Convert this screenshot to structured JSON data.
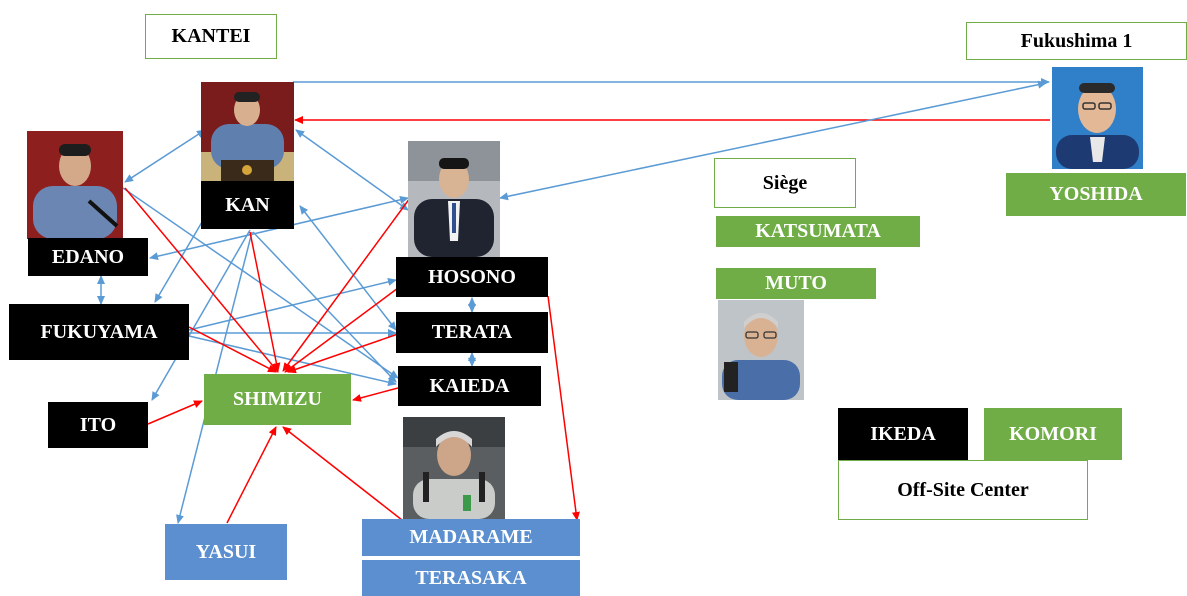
{
  "groups": {
    "kantei": "KANTEI",
    "fukushima": "Fukushima  1",
    "siege": "Siège",
    "offsite": "Off-Site Center"
  },
  "people": {
    "kan": "KAN",
    "edano": "EDANO",
    "fukuyama": "FUKUYAMA",
    "ito": "ITO",
    "hosono": "HOSONO",
    "terata": "TERATA",
    "kaieda": "KAIEDA",
    "shimizu": "SHIMIZU",
    "yasui": "YASUI",
    "madarame": "MADARAME",
    "terasaka": "TERASAKA",
    "yoshida": "YOSHIDA",
    "katsumata": "KATSUMATA",
    "muto": "MUTO",
    "ikeda": "IKEDA",
    "komori": "KOMORI"
  },
  "colors": {
    "blue_link": "#5b9bd5",
    "red_link": "#ff0000",
    "black_box": "#000000",
    "green_box": "#70ad47",
    "blue_box": "#5b8fcf"
  },
  "links": [
    {
      "from": "kan",
      "to": "yoshida",
      "color": "blue",
      "arrows": "end"
    },
    {
      "from": "yoshida",
      "to": "kan",
      "color": "red",
      "arrows": "end"
    },
    {
      "from": "yoshida",
      "to": "hosono",
      "color": "blue",
      "arrows": "both"
    },
    {
      "from": "kan",
      "to": "edano",
      "color": "blue",
      "arrows": "both"
    },
    {
      "from": "kan",
      "to": "hosono",
      "color": "blue",
      "arrows": "both"
    },
    {
      "from": "edano",
      "to": "fukuyama",
      "color": "blue",
      "arrows": "both"
    },
    {
      "from": "hosono",
      "to": "terata",
      "color": "blue",
      "arrows": "both"
    },
    {
      "from": "terata",
      "to": "kaieda",
      "color": "blue",
      "arrows": "both"
    },
    {
      "from": "edano",
      "to": "shimizu",
      "color": "red",
      "arrows": "end"
    },
    {
      "from": "kan",
      "to": "shimizu",
      "color": "red",
      "arrows": "end"
    },
    {
      "from": "hosono",
      "to": "shimizu",
      "color": "red",
      "arrows": "end"
    },
    {
      "from": "fukuyama",
      "to": "shimizu",
      "color": "red",
      "arrows": "end"
    },
    {
      "from": "ito",
      "to": "shimizu",
      "color": "red",
      "arrows": "end"
    },
    {
      "from": "kaieda",
      "to": "shimizu",
      "color": "red",
      "arrows": "end"
    },
    {
      "from": "yasui",
      "to": "shimizu",
      "color": "red",
      "arrows": "end"
    },
    {
      "from": "madarame",
      "to": "shimizu",
      "color": "red",
      "arrows": "end"
    },
    {
      "from": "hosono",
      "to": "madarame",
      "color": "red",
      "arrows": "end"
    }
  ]
}
